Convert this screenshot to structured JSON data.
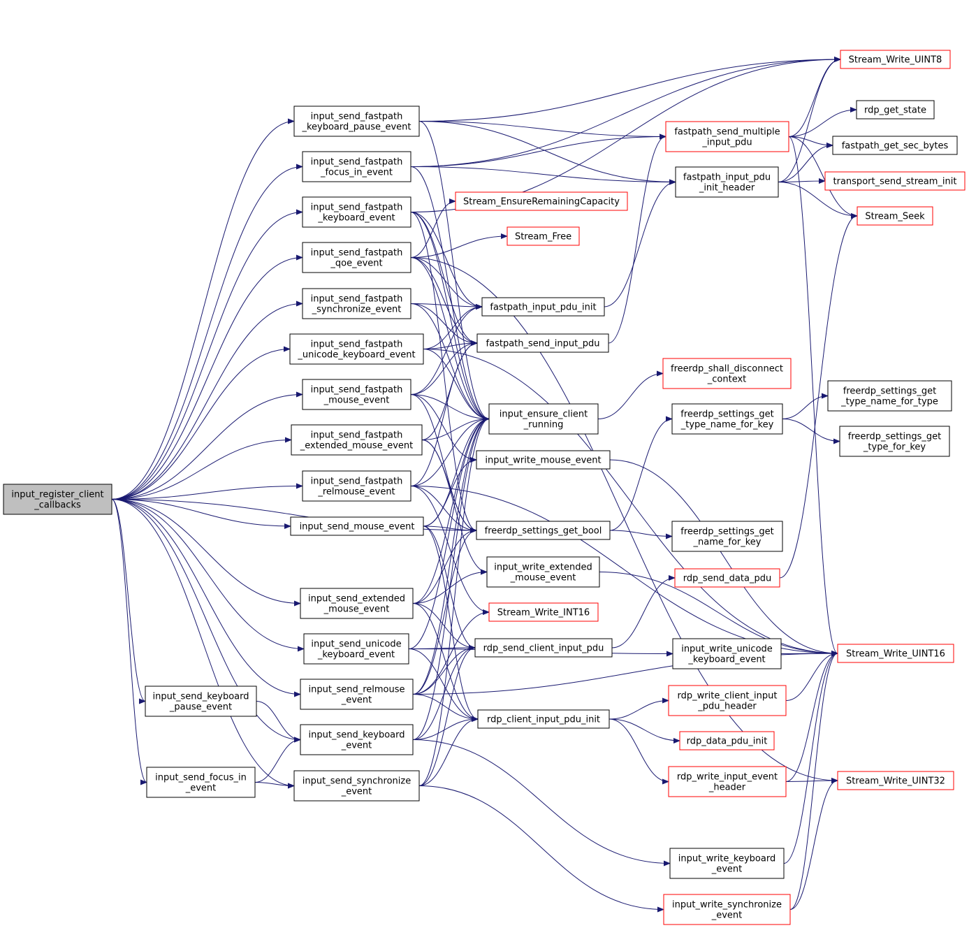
{
  "colors": {
    "edge": "#191970",
    "root_fill": "#bfbfbf",
    "root_border": "#000000",
    "plain_border": "#000000",
    "truncated_border": "#ff0000",
    "node_fill": "#ffffff",
    "background": "#ffffff"
  },
  "legend_note": "",
  "nodes": {
    "root": {
      "lines": [
        "input_register_client",
        "_callbacks"
      ],
      "kind": "root"
    },
    "fp_kb_pause": {
      "lines": [
        "input_send_fastpath",
        "_keyboard_pause_event"
      ],
      "kind": "plain"
    },
    "fp_focus": {
      "lines": [
        "input_send_fastpath",
        "_focus_in_event"
      ],
      "kind": "plain"
    },
    "fp_kb": {
      "lines": [
        "input_send_fastpath",
        "_keyboard_event"
      ],
      "kind": "plain"
    },
    "fp_qoe": {
      "lines": [
        "input_send_fastpath",
        "_qoe_event"
      ],
      "kind": "plain"
    },
    "fp_sync": {
      "lines": [
        "input_send_fastpath",
        "_synchronize_event"
      ],
      "kind": "plain"
    },
    "fp_unicode": {
      "lines": [
        "input_send_fastpath",
        "_unicode_keyboard_event"
      ],
      "kind": "plain"
    },
    "fp_mouse": {
      "lines": [
        "input_send_fastpath",
        "_mouse_event"
      ],
      "kind": "plain"
    },
    "fp_ext_mouse": {
      "lines": [
        "input_send_fastpath",
        "_extended_mouse_event"
      ],
      "kind": "plain"
    },
    "fp_rel": {
      "lines": [
        "input_send_fastpath",
        "_relmouse_event"
      ],
      "kind": "plain"
    },
    "send_mouse": {
      "lines": [
        "input_send_mouse_event"
      ],
      "kind": "plain"
    },
    "send_ext_mouse": {
      "lines": [
        "input_send_extended",
        "_mouse_event"
      ],
      "kind": "plain"
    },
    "send_unicode": {
      "lines": [
        "input_send_unicode",
        "_keyboard_event"
      ],
      "kind": "plain"
    },
    "send_rel": {
      "lines": [
        "input_send_relmouse",
        "_event"
      ],
      "kind": "plain"
    },
    "send_kb_pause": {
      "lines": [
        "input_send_keyboard",
        "_pause_event"
      ],
      "kind": "plain"
    },
    "send_kb": {
      "lines": [
        "input_send_keyboard",
        "_event"
      ],
      "kind": "plain"
    },
    "send_focus": {
      "lines": [
        "input_send_focus_in",
        "_event"
      ],
      "kind": "plain"
    },
    "send_sync": {
      "lines": [
        "input_send_synchronize",
        "_event"
      ],
      "kind": "plain"
    },
    "ensure_cap": {
      "lines": [
        "Stream_EnsureRemainingCapacity"
      ],
      "kind": "truncated"
    },
    "stream_free": {
      "lines": [
        "Stream_Free"
      ],
      "kind": "truncated"
    },
    "fp_pdu_init": {
      "lines": [
        "fastpath_input_pdu_init"
      ],
      "kind": "plain"
    },
    "fp_send_pdu": {
      "lines": [
        "fastpath_send_input_pdu"
      ],
      "kind": "plain"
    },
    "ensure_running": {
      "lines": [
        "input_ensure_client",
        "_running"
      ],
      "kind": "plain"
    },
    "write_mouse": {
      "lines": [
        "input_write_mouse_event"
      ],
      "kind": "plain"
    },
    "get_bool": {
      "lines": [
        "freerdp_settings_get_bool"
      ],
      "kind": "plain"
    },
    "write_ext_mouse": {
      "lines": [
        "input_write_extended",
        "_mouse_event"
      ],
      "kind": "plain"
    },
    "write_int16": {
      "lines": [
        "Stream_Write_INT16"
      ],
      "kind": "truncated"
    },
    "rdp_send_ci_pdu": {
      "lines": [
        "rdp_send_client_input_pdu"
      ],
      "kind": "plain"
    },
    "rdp_ci_pdu_init": {
      "lines": [
        "rdp_client_input_pdu_init"
      ],
      "kind": "plain"
    },
    "fp_send_multi": {
      "lines": [
        "fastpath_send_multiple",
        "_input_pdu"
      ],
      "kind": "truncated"
    },
    "fp_pdu_init_hdr": {
      "lines": [
        "fastpath_input_pdu",
        "_init_header"
      ],
      "kind": "plain"
    },
    "shall_disconnect": {
      "lines": [
        "freerdp_shall_disconnect",
        "_context"
      ],
      "kind": "truncated"
    },
    "type_name_key": {
      "lines": [
        "freerdp_settings_get",
        "_type_name_for_key"
      ],
      "kind": "plain"
    },
    "name_for_key": {
      "lines": [
        "freerdp_settings_get",
        "_name_for_key"
      ],
      "kind": "plain"
    },
    "rdp_send_data_pdu": {
      "lines": [
        "rdp_send_data_pdu"
      ],
      "kind": "truncated"
    },
    "write_unicode": {
      "lines": [
        "input_write_unicode",
        "_keyboard_event"
      ],
      "kind": "plain"
    },
    "rdp_write_ci_hdr": {
      "lines": [
        "rdp_write_client_input",
        "_pdu_header"
      ],
      "kind": "truncated"
    },
    "rdp_data_pdu_init": {
      "lines": [
        "rdp_data_pdu_init"
      ],
      "kind": "truncated"
    },
    "rdp_write_ie_hdr": {
      "lines": [
        "rdp_write_input_event",
        "_header"
      ],
      "kind": "truncated"
    },
    "write_keyboard": {
      "lines": [
        "input_write_keyboard",
        "_event"
      ],
      "kind": "plain"
    },
    "write_sync": {
      "lines": [
        "input_write_synchronize",
        "_event"
      ],
      "kind": "truncated"
    },
    "w_uint8": {
      "lines": [
        "Stream_Write_UINT8"
      ],
      "kind": "truncated"
    },
    "rdp_get_state": {
      "lines": [
        "rdp_get_state"
      ],
      "kind": "plain"
    },
    "fp_sec_bytes": {
      "lines": [
        "fastpath_get_sec_bytes"
      ],
      "kind": "plain"
    },
    "transport_init": {
      "lines": [
        "transport_send_stream_init"
      ],
      "kind": "truncated"
    },
    "stream_seek": {
      "lines": [
        "Stream_Seek"
      ],
      "kind": "truncated"
    },
    "type_name_type": {
      "lines": [
        "freerdp_settings_get",
        "_type_name_for_type"
      ],
      "kind": "plain"
    },
    "type_for_key": {
      "lines": [
        "freerdp_settings_get",
        "_type_for_key"
      ],
      "kind": "plain"
    },
    "w_uint16": {
      "lines": [
        "Stream_Write_UINT16"
      ],
      "kind": "truncated"
    },
    "w_uint32": {
      "lines": [
        "Stream_Write_UINT32"
      ],
      "kind": "truncated"
    }
  }
}
